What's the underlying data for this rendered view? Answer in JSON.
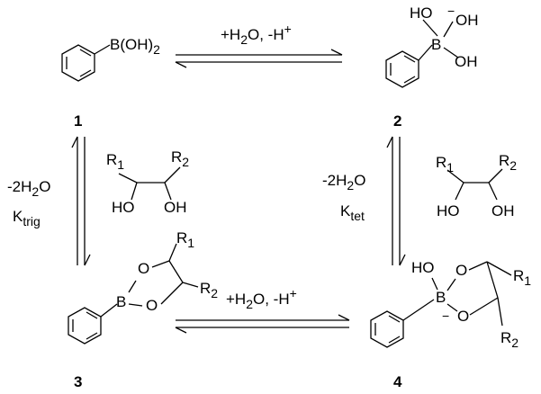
{
  "compounds": {
    "c1": {
      "number": "1",
      "group": "B(OH)",
      "group_sub": "2"
    },
    "c2": {
      "number": "2",
      "oh1": "HO",
      "charge": "−",
      "oh2": "OH",
      "oh3": "OH",
      "b": "B"
    },
    "c3": {
      "number": "3",
      "b": "B",
      "o_top": "O",
      "o_bot": "O",
      "r1": "R",
      "r1_sub": "1",
      "r2": "R",
      "r2_sub": "2"
    },
    "c4": {
      "number": "4",
      "ho": "HO",
      "b": "B",
      "charge": "−",
      "o_top": "O",
      "o_bot": "O",
      "r1": "R",
      "r1_sub": "1",
      "r2": "R",
      "r2_sub": "2"
    }
  },
  "diols": {
    "left": {
      "r1": "R",
      "r1_sub": "1",
      "r2": "R",
      "r2_sub": "2",
      "oh_left": "HO",
      "oh_right": "OH"
    },
    "right": {
      "r1": "R",
      "r1_sub": "1",
      "r2": "R",
      "r2_sub": "2",
      "oh_left": "HO",
      "oh_right": "OH"
    }
  },
  "conditions": {
    "top": {
      "text": "+H",
      "sub": "2",
      "mid": "O, -H",
      "sup": "+"
    },
    "bottom": {
      "text": "+H",
      "sub": "2",
      "mid": "O, -H",
      "sup": "+"
    },
    "left": {
      "water": "-2H",
      "water_sub": "2",
      "water_end": "O",
      "k": "K",
      "k_sub": "trig"
    },
    "right": {
      "water": "-2H",
      "water_sub": "2",
      "water_end": "O",
      "k": "K",
      "k_sub": "tet"
    }
  }
}
